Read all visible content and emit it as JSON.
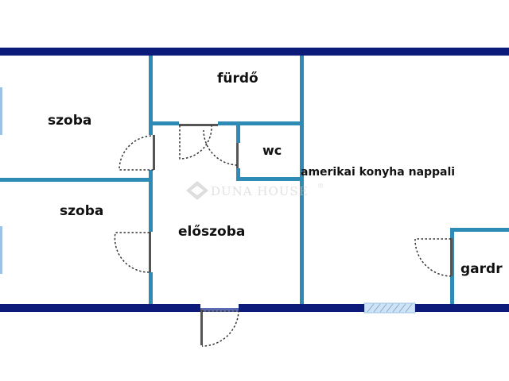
{
  "rooms": {
    "room_top_left": "szoba",
    "room_bottom_left": "szoba",
    "bathroom": "fürdő",
    "toilet": "wc",
    "hallway": "előszoba",
    "kitchen_living": "amerikai konyha nappali",
    "wardrobe": "gardr"
  },
  "watermark": {
    "brand": "DUNA HOUSE",
    "registered": "®"
  },
  "colors": {
    "outer_wall": "#0c1a7a",
    "inner_wall": "#2e8bb5",
    "door_swing": "#333333",
    "window": "#9cc3e6"
  }
}
